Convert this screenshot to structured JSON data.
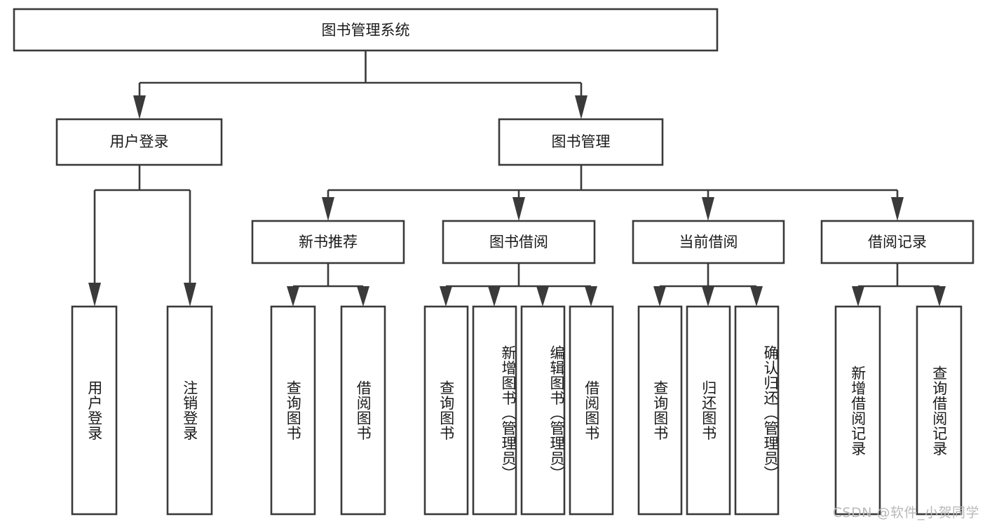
{
  "diagram": {
    "title": "图书管理系统",
    "type": "tree-hierarchy",
    "orientation": "top-down",
    "root": {
      "label": "图书管理系统"
    },
    "level1": [
      {
        "label": "用户登录"
      },
      {
        "label": "图书管理"
      }
    ],
    "level2": [
      {
        "label": "新书推荐"
      },
      {
        "label": "图书借阅"
      },
      {
        "label": "当前借阅"
      },
      {
        "label": "借阅记录"
      }
    ],
    "leaves": {
      "user_login": [
        {
          "label": "用户登录"
        },
        {
          "label": "注销登录"
        }
      ],
      "new_book_recommend": [
        {
          "label": "查询图书"
        },
        {
          "label": "借阅图书"
        }
      ],
      "book_borrow": [
        {
          "label": "查询图书"
        },
        {
          "label": "新增图书（管理员）"
        },
        {
          "label": "编辑图书（管理员）"
        },
        {
          "label": "借阅图书"
        }
      ],
      "current_borrow": [
        {
          "label": "查询图书"
        },
        {
          "label": "归还图书"
        },
        {
          "label": "确认归还（管理员）"
        }
      ],
      "borrow_record": [
        {
          "label": "新增借阅记录"
        },
        {
          "label": "查询借阅记录"
        }
      ]
    }
  },
  "watermark": {
    "text": "CSDN @软件_小贺同学"
  },
  "colors": {
    "stroke": "#3a3a3a",
    "fill": "#ffffff",
    "text": "#1a1a1a",
    "watermark": "#b9b9b9",
    "background": "#ffffff"
  }
}
